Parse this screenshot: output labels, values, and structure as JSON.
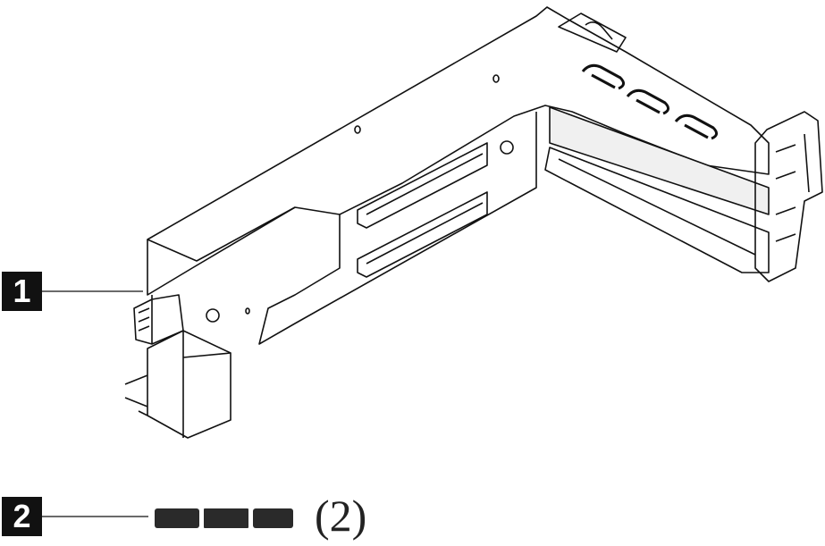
{
  "callouts": [
    {
      "number": "1",
      "description_visible": ""
    },
    {
      "number": "2",
      "quantity": "(2)"
    }
  ],
  "colors": {
    "line": "#111111",
    "callout_bg": "#111111",
    "callout_text": "#ffffff"
  }
}
